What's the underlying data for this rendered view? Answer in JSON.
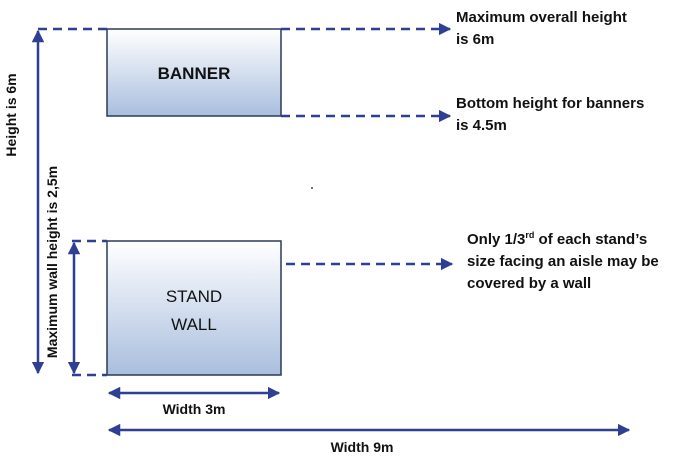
{
  "colors": {
    "line": "#2e3f94",
    "box_border": "#2b3a55",
    "box_fill_top": "#ffffff",
    "box_fill_bottom": "#a9bede"
  },
  "banner": {
    "label": "BANNER"
  },
  "stand_wall": {
    "label_line1": "STAND",
    "label_line2": "WALL"
  },
  "notes": {
    "max_height": {
      "line1": "Maximum overall height",
      "line2": "is 6m"
    },
    "banner_bottom": {
      "line1": "Bottom height for banners",
      "line2": "is 4.5m"
    },
    "wall_rule": {
      "line1_pre": "Only 1/3",
      "line1_sup": "rd",
      "line1_post": " of each stand’s",
      "line2": "size facing an aisle may be",
      "line3": "covered by a wall"
    }
  },
  "dimensions": {
    "height": "Height is 6m",
    "wall_height": "Maximum wall height is 2,5m",
    "width_small": "Width 3m",
    "width_large": "Width 9m"
  }
}
